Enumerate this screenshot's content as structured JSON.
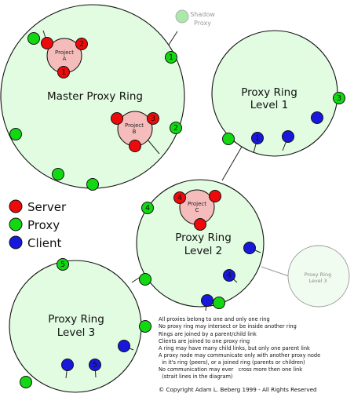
{
  "rings": {
    "master": "Master Proxy Ring",
    "level1": [
      "Proxy Ring",
      "Level 1"
    ],
    "level2": [
      "Proxy Ring",
      "Level 2"
    ],
    "level3": [
      "Proxy Ring",
      "Level 3"
    ],
    "level3_ghost": [
      "Proxy Ring",
      "Level 3"
    ]
  },
  "projects": {
    "a": [
      "Project",
      "A"
    ],
    "b": [
      "Project",
      "B"
    ],
    "c": [
      "Project",
      "C"
    ]
  },
  "shadow_proxy": [
    "Shadow",
    "Proxy"
  ],
  "node_numbers": [
    "1",
    "2",
    "3",
    "4",
    "5"
  ],
  "legend": {
    "server": "Server",
    "proxy": "Proxy",
    "client": "Client"
  },
  "colors": {
    "server": "#ee0a0a",
    "proxy": "#12d812",
    "client": "#1818dd",
    "ring_fill": "#e2fce2",
    "project_fill": "#f5bcbc"
  },
  "notes": [
    "All proxies belong to one and only one ring",
    "No proxy ring may intersect or be inside another ring",
    "Rings are joined by a parent/child link",
    "Clients are joined to one proxy ring",
    "A ring may have many child links, but only one parent link",
    "A proxy node may communicate only with another proxy node",
    "  in it's ring (peers), or a joined ring (parents or children)",
    "No communication may ever   cross more then one link",
    "  (strait lines in the diagram)"
  ],
  "copyright": "© Copyright Adam L. Beberg 1999 - All Rights Reserved"
}
